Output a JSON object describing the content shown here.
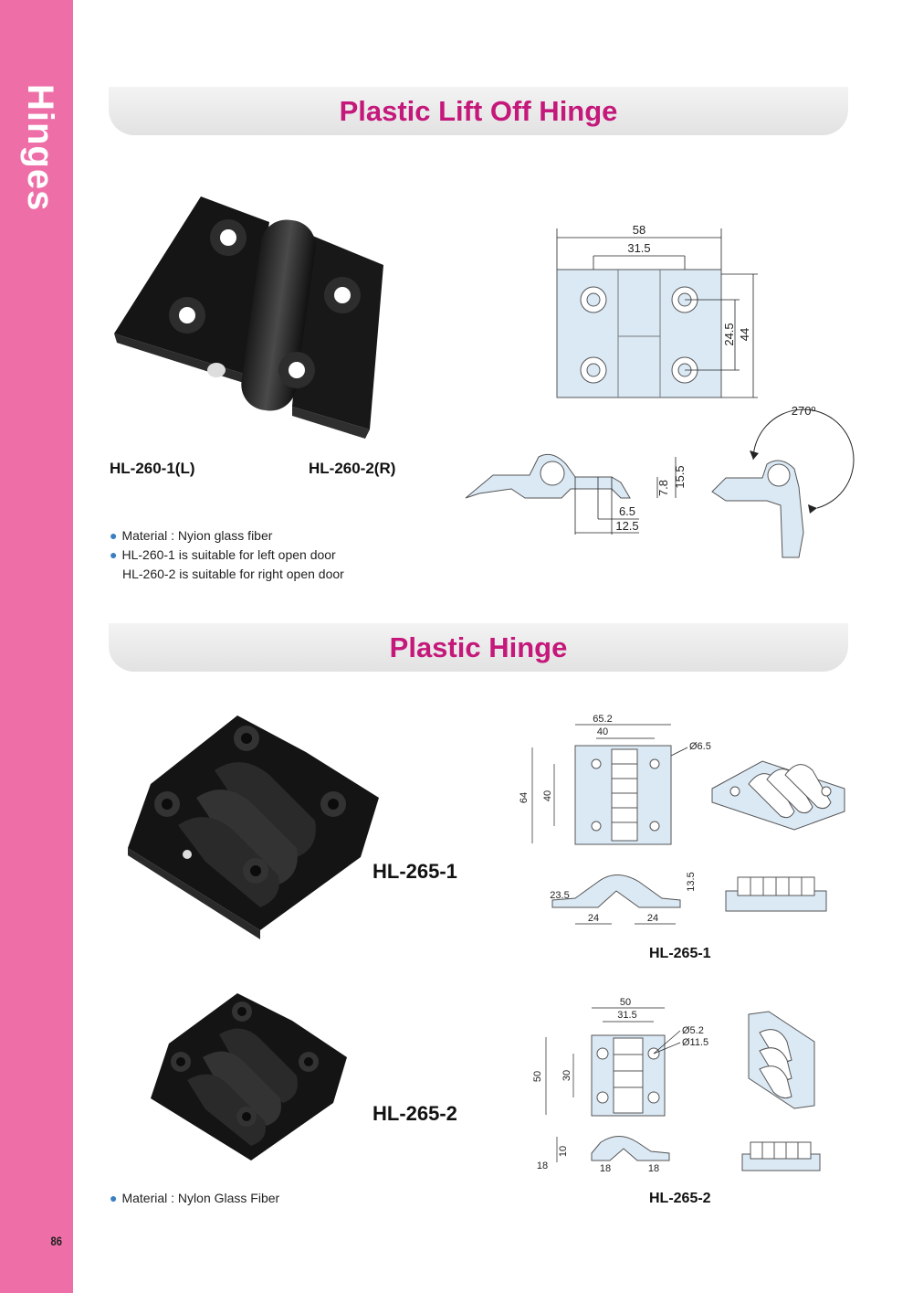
{
  "sidebar": {
    "title": "Hinges",
    "page_number": "86"
  },
  "section1": {
    "title": "Plastic Lift Off Hinge",
    "model_left": "HL-260-1(L)",
    "model_right": "HL-260-2(R)",
    "notes": [
      "Material : Nyion glass fiber",
      "HL-260-1 is suitable for left open door",
      "HL-260-2 is suitable for right open door"
    ],
    "dims": {
      "w58": "58",
      "w31_5": "31.5",
      "h24_5": "24.5",
      "h44": "44",
      "angle": "270º",
      "h15_5": "15.5",
      "h7_8": "7.8",
      "w6_5": "6.5",
      "w12_5": "12.5"
    }
  },
  "section2": {
    "title": "Plastic Hinge",
    "model_a": "HL-265-1",
    "model_b": "HL-265-2",
    "caption_a": "HL-265-1",
    "caption_b": "HL-265-2",
    "note": "Material : Nylon Glass Fiber",
    "dims_a": {
      "w65_2": "65.2",
      "w40": "40",
      "hole": "Ø6.5",
      "h64": "64",
      "h40": "40",
      "h13_5": "13.5",
      "h23_5": "23.5",
      "w24a": "24",
      "w24b": "24"
    },
    "dims_b": {
      "w50": "50",
      "w31_5": "31.5",
      "hole1": "Ø5.2",
      "hole2": "Ø11.5",
      "h50": "50",
      "h30": "30",
      "h10": "10",
      "w18a": "18",
      "w18b": "18",
      "w18c": "18"
    }
  },
  "colors": {
    "sidebar": "#ee6fa8",
    "title": "#c4187a",
    "bullet": "#3a7fc2",
    "drawing_fill": "#dbe9f5"
  }
}
